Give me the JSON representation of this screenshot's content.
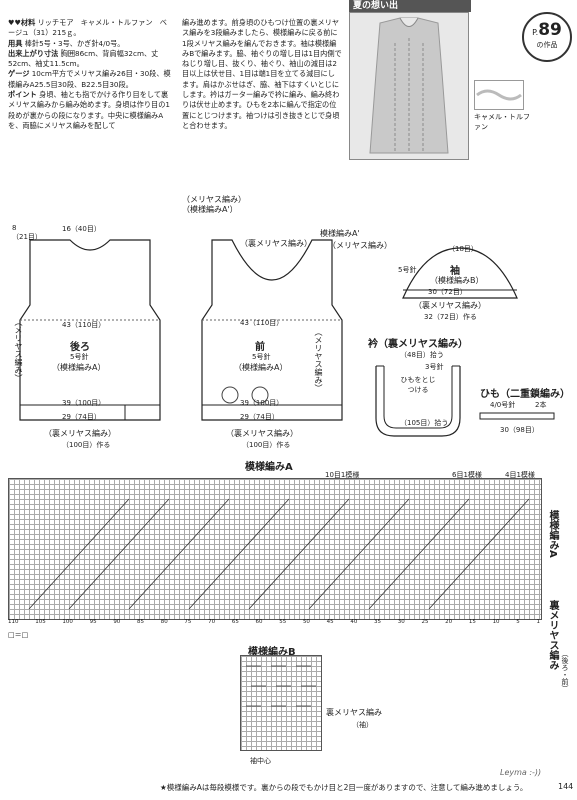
{
  "materials": {
    "label": "♥♥材料",
    "text": "リッチモア　キャメル・トルファン　ベージュ（31）215ｇ。",
    "tools_label": "用具",
    "tools": "棒針5号・3号、かぎ針4/0号。",
    "size_label": "出来上がり寸法",
    "size": "胸囲86cm、背肩幅32cm、丈52cm、袖丈11.5cm。",
    "gauge_label": "ゲージ",
    "gauge": "10cm平方でメリヤス編み26目・30段、模様編みA25.5目30段、B22.5目30段。",
    "point_label": "ポイント",
    "point": "身頃、袖とも指でかける作り目をして裏メリヤス編みから編み始めます。身頃は作り目の1段めが裏からの段になります。中央に模様編みAを、両脇にメリヤス編みを配して"
  },
  "instructions2": "編み進めます。前身頃のひもつけ位置の裏メリヤス編みを3段編みましたら、模様編みに戻る前に1段メリヤス編みを編んでおきます。袖は模様編みBで編みます。脇、袖ぐりの増し目は1目内側でねじり増し目、抜くり、袖ぐり、袖山の減目は2目以上は伏せ目、1目は端1目を立てる減目にします。肩はかぶせはぎ、脇、袖下はすくいとじにします。衿はガーター編みで衿に編み、編み終わりは伏せ止めます。ひもを2本に編んで指定の位置にとじつけます。袖つけは引き抜きとじで身頃と合わせます。",
  "header": {
    "title": "夏の想い出",
    "page_prefix": "P.",
    "page_number": "89",
    "work": "の作品"
  },
  "yarn_label": "キャメル・トルファン",
  "back": {
    "title": "後ろ",
    "needle": "5号針",
    "pattern": "（模様編みA）",
    "side": "（メリヤス編み）",
    "rib": "（裏メリヤス編み）",
    "cast": "（100目）作る",
    "w43": "43（110目）",
    "w39": "39（100目）",
    "w29": "29（74目）",
    "top8": "8",
    "top16": "16（40目）",
    "top21": "（21目）"
  },
  "front": {
    "title": "前",
    "needle": "5号針",
    "pattern": "（模様編みA）",
    "side": "（メリヤス編み）",
    "rib": "（裏メリヤス編み）",
    "cast": "（100目）作る",
    "w43": "43（110目）",
    "w39": "39（100目）",
    "w29": "29（74目）",
    "labelA": "（メリヤス編み）",
    "labelA2": "（模様編みA'）",
    "rev_top": "（裏メリヤス編み）",
    "labelA3": "模様編みA'",
    "side_top": "（メリヤス編み）"
  },
  "sleeve": {
    "title": "袖",
    "pattern": "（模様編みB）",
    "needle": "5号針",
    "rib": "（裏メリヤス編み）",
    "w30": "30（72目）",
    "w32": "32（72目）作る",
    "w23": "（18目）"
  },
  "collar": {
    "title": "衿（裏メリヤス編み）",
    "stitches": "（48目）拾う",
    "pick": "（105目）拾う",
    "tie": "ひもをとじつける",
    "needle": "3号針"
  },
  "cord": {
    "title": "ひも（二重鎖編み）",
    "hook": "4/0号針",
    "count": "2本",
    "len": "30（98目）"
  },
  "chartA": {
    "title": "模様編みA",
    "rep1": "10目1模様",
    "rep2": "6目1模様",
    "rep3": "4目1模様",
    "side_label": "模様編みA",
    "side_label2": "裏メリヤス編み",
    "side_note": "（後ろ・前）",
    "ticks": [
      "110",
      "105",
      "100",
      "95",
      "90",
      "85",
      "80",
      "75",
      "70",
      "65",
      "60",
      "55",
      "50",
      "45",
      "40",
      "35",
      "30",
      "25",
      "20",
      "15",
      "10",
      "5",
      "1"
    ],
    "legend": "□＝□"
  },
  "chartB": {
    "title": "模様編みB",
    "rib": "裏メリヤス編み",
    "rib_note": "（袖）",
    "center": "袖中心"
  },
  "footer": {
    "note": "★模様編みAは毎段模様です。裏からの段でもかけ目と2目一度がありますので、注意して編み進めましょう。",
    "brand": "Leyma :-))",
    "page": "144"
  }
}
